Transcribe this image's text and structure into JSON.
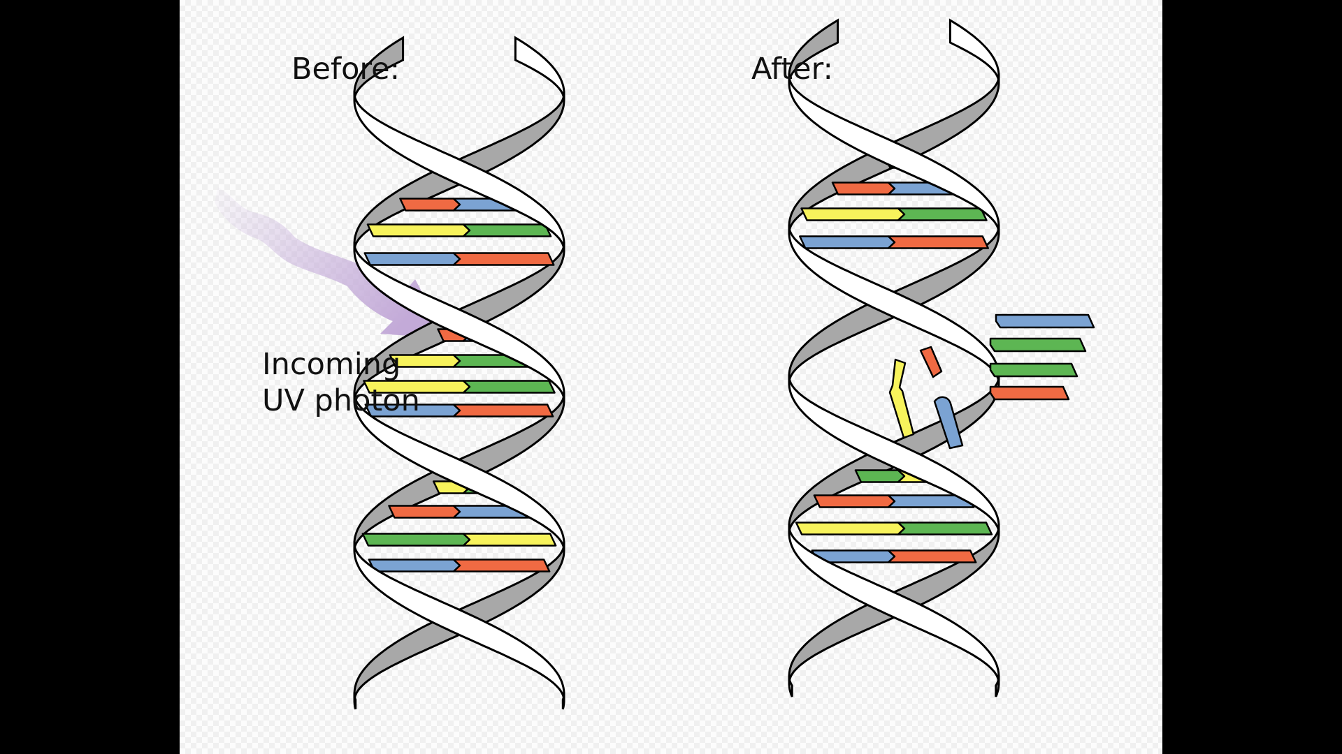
{
  "labels": {
    "before": "Before:",
    "after": "After:",
    "photon_line1": "Incoming",
    "photon_line2": "UV photon"
  },
  "colors": {
    "green": "#5db653",
    "yellow": "#f7f35c",
    "blue": "#7ba3d3",
    "red": "#f06a43",
    "back_strand": "#a8a8a8",
    "front_strand": "#ffffff",
    "photon": "#c3aad8"
  },
  "before_rungs": [
    [
      "green",
      "yellow"
    ],
    [
      "red",
      "blue"
    ],
    [
      "yellow",
      "green"
    ],
    [
      "blue",
      "red"
    ],
    [
      "red",
      "blue"
    ],
    [
      "yellow",
      "green"
    ],
    [
      "yellow",
      "green"
    ],
    [
      "blue",
      "red"
    ],
    [
      "yellow",
      "green"
    ],
    [
      "red",
      "blue"
    ],
    [
      "green",
      "yellow"
    ],
    [
      "blue",
      "red"
    ]
  ],
  "after_rungs": [
    [
      "green",
      "yellow"
    ],
    [
      "red",
      "blue"
    ],
    [
      "yellow",
      "green"
    ],
    [
      "blue",
      "red"
    ],
    [
      "green",
      "yellow"
    ],
    [
      "red",
      "blue"
    ],
    [
      "yellow",
      "green"
    ],
    [
      "blue",
      "red"
    ]
  ],
  "after_broken_right": [
    "blue",
    "green",
    "green",
    "red"
  ]
}
